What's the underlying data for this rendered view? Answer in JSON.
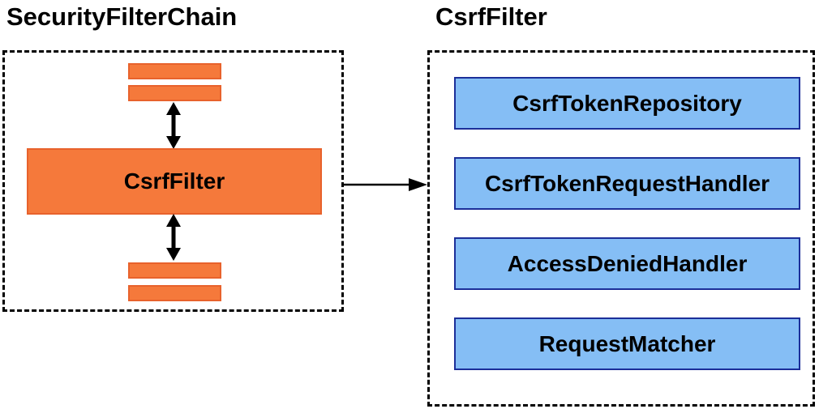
{
  "diagram": {
    "left_panel": {
      "title": "SecurityFilterChain",
      "center_box_label": "CsrfFilter"
    },
    "right_panel": {
      "title": "CsrfFilter",
      "items": [
        "CsrfTokenRepository",
        "CsrfTokenRequestHandler",
        "AccessDeniedHandler",
        "RequestMatcher"
      ]
    },
    "colors": {
      "orange_fill": "#f5793b",
      "orange_border": "#e8622c",
      "blue_fill": "#85bef5",
      "blue_border": "#1c2f99",
      "shadow_mid": "#9e9e9e",
      "shadow_light": "#e2e2e2",
      "line_color": "#000000"
    }
  }
}
